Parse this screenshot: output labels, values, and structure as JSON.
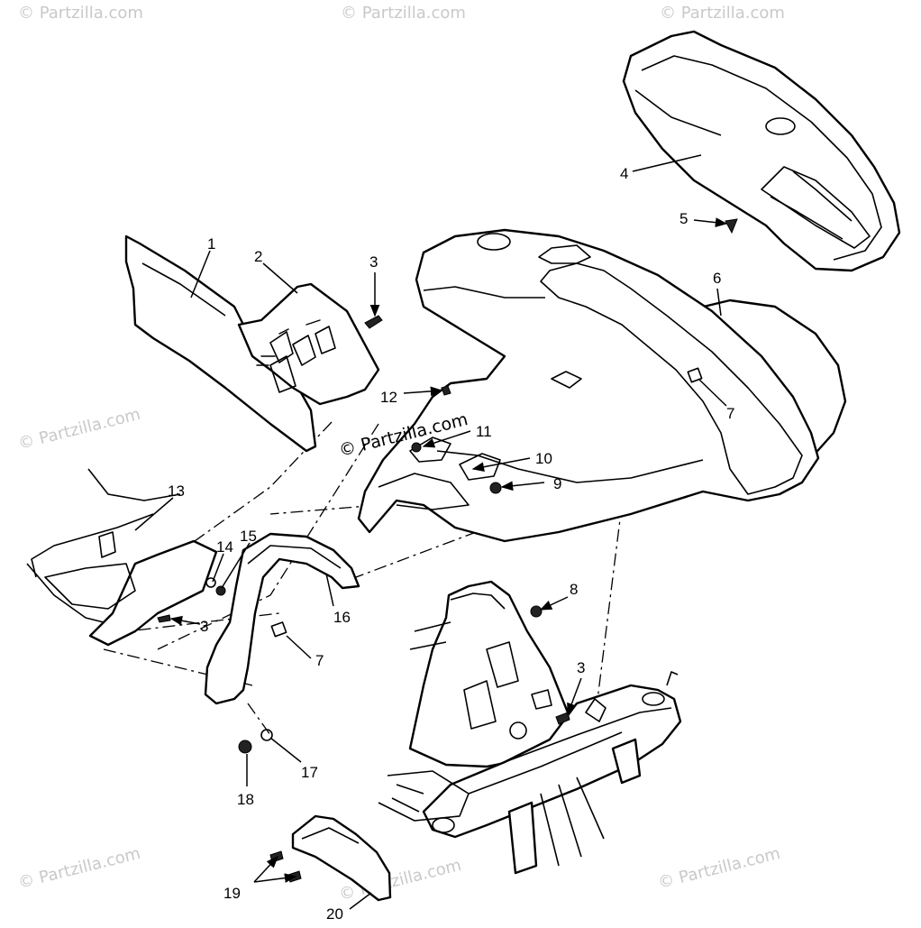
{
  "watermark": {
    "text": "© Partzilla.com",
    "center_text": "© Partzilla.com"
  },
  "callouts": {
    "c1": "1",
    "c2": "2",
    "c3a": "3",
    "c3b": "3",
    "c3c": "3",
    "c4": "4",
    "c5": "5",
    "c6": "6",
    "c7a": "7",
    "c7b": "7",
    "c8": "8",
    "c9": "9",
    "c10": "10",
    "c11": "11",
    "c12": "12",
    "c13": "13",
    "c14": "14",
    "c15": "15",
    "c16": "16",
    "c17": "17",
    "c18": "18",
    "c19": "19",
    "c20": "20"
  },
  "icons": {
    "arrow": "arrowhead-icon",
    "screw": "screw-icon",
    "nut": "nut-icon",
    "washer": "washer-icon",
    "clip": "clip-icon"
  }
}
